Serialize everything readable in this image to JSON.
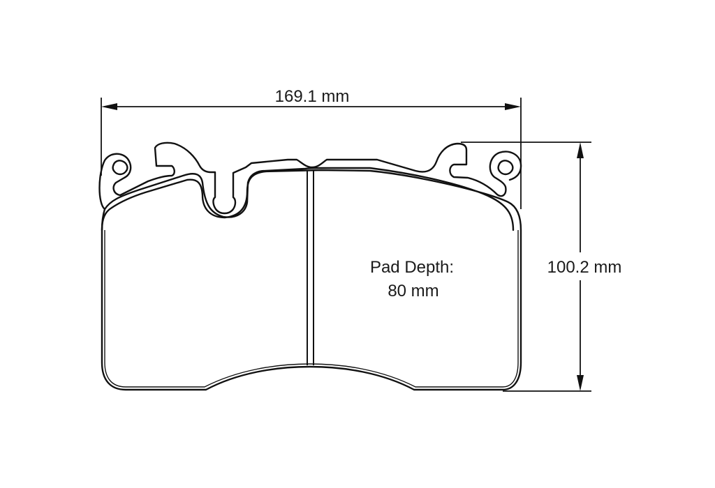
{
  "diagram": {
    "subject": "Brake pad outline drawing",
    "dimensions": {
      "width_label": "169.1 mm",
      "height_label": "100.2 mm",
      "depth_label_line1": "Pad Depth:",
      "depth_label_line2": "80 mm"
    },
    "colors": {
      "line": "#111111",
      "background": "#ffffff"
    }
  }
}
